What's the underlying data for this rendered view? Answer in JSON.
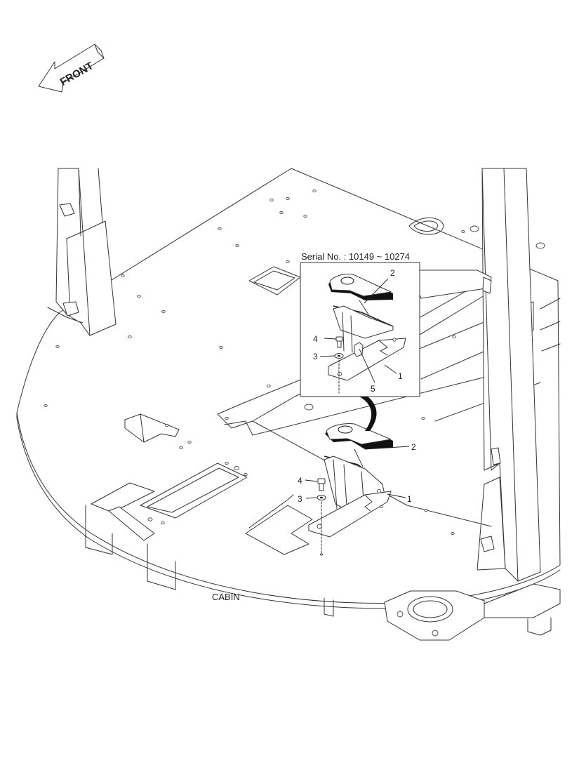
{
  "front_arrow": {
    "label": "FRONT"
  },
  "inset": {
    "title": "Serial No. : 10149 ~ 10274"
  },
  "callouts": {
    "inset": {
      "c2": "2",
      "c4": "4",
      "c3": "3",
      "c1": "1",
      "c5": "5"
    },
    "main": {
      "c2": "2",
      "c4": "4",
      "c3": "3",
      "c1": "1"
    }
  },
  "caption": {
    "cabin": "CABIN"
  },
  "colors": {
    "line": "#333333",
    "background": "#ffffff",
    "shadow": "#111111"
  }
}
